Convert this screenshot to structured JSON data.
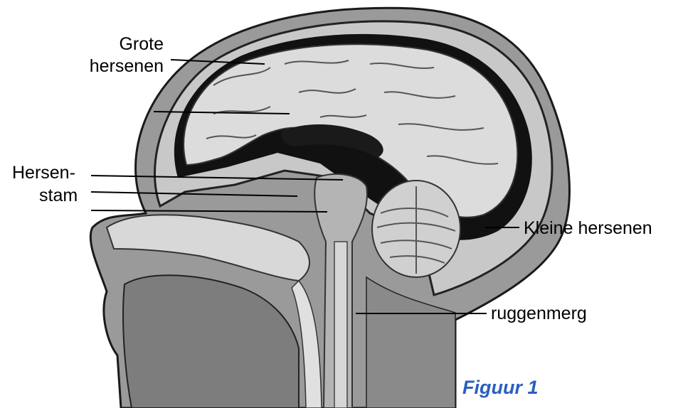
{
  "labels": {
    "grote_hersenen_line1": "Grote",
    "grote_hersenen_line2": "hersenen",
    "hersenstam_line1": "Hersen-",
    "hersenstam_line2": "stam",
    "kleine_hersenen": "Kleine hersenen",
    "ruggenmerg": "ruggenmerg"
  },
  "caption": {
    "text": "Figuur 1",
    "color": "#2b5fbf"
  },
  "colors": {
    "line": "#000000",
    "skin": "#8f8f8f",
    "skull": "#c9c9c9",
    "brain": "#dcdcdc",
    "dark": "#101010",
    "tissue": "#a9a9a9"
  }
}
